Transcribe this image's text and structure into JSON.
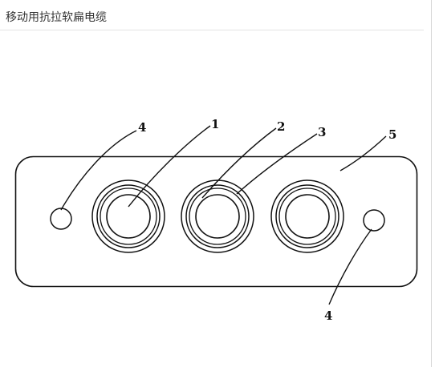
{
  "header": {
    "title": "移动用抗拉软扁电缆"
  },
  "diagram": {
    "labels": {
      "label_1": "1",
      "label_2": "2",
      "label_3": "3",
      "label_4_top": "4",
      "label_4_bottom": "4",
      "label_5": "5"
    },
    "stroke_color": "#111111"
  }
}
